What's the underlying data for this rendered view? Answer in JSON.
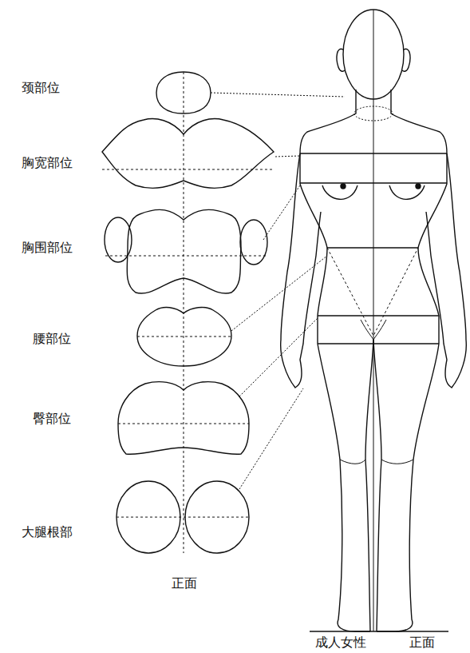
{
  "diagram": {
    "labels": [
      "颈部位",
      "胸宽部位",
      "胸围部位",
      "腰部位",
      "臀部位",
      "大腿根部",
      "正面",
      "成人女性",
      "正面"
    ]
  }
}
